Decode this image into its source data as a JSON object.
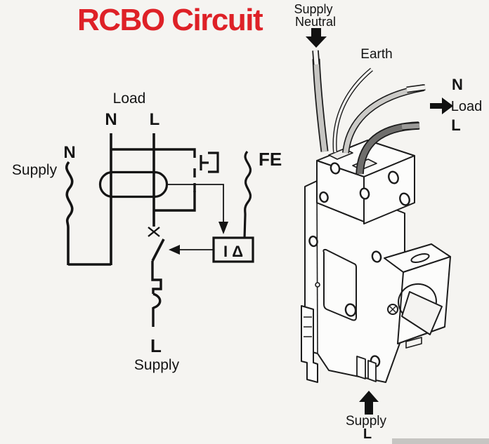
{
  "page": {
    "background": "#f5f4f1",
    "line_color": "#141414"
  },
  "title": {
    "text": "RCBO Circuit",
    "color": "#de2127"
  },
  "schematic": {
    "load_title": "Load",
    "load_n": "N",
    "load_l": "L",
    "supply_n_terminal": "N",
    "supply_n_label": "Supply",
    "fe_label": "FE",
    "trip_box_label": "I Δ",
    "supply_l_terminal": "L",
    "supply_l_label": "Supply"
  },
  "device": {
    "supply_neutral_line1": "Supply",
    "supply_neutral_line2": "Neutral",
    "earth_label": "Earth",
    "load_n": "N",
    "load_label": "Load",
    "load_l": "L",
    "supply_l_line1": "Supply",
    "supply_l_line2": "L",
    "wire_colors": {
      "supply_neutral": "#c6c5c2",
      "earth": "#f6f5f3",
      "load_n": "#cbcac7",
      "load_l": "#6f6e6c"
    }
  }
}
